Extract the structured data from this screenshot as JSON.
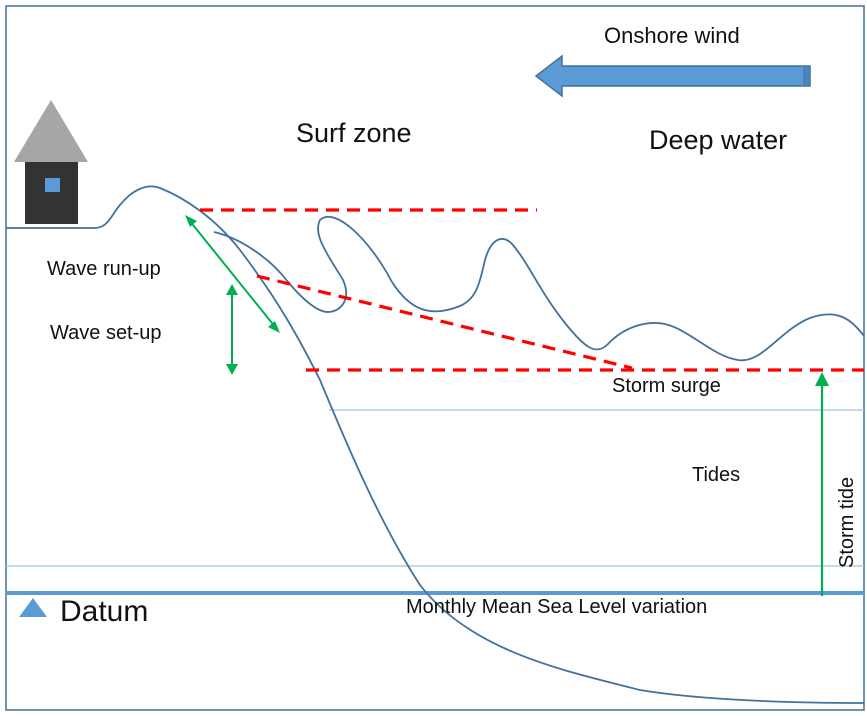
{
  "labels": {
    "onshore_wind": "Onshore wind",
    "surf_zone": "Surf zone",
    "deep_water": "Deep water",
    "wave_run_up": "Wave run-up",
    "wave_set_up": "Wave set-up",
    "storm_surge": "Storm surge",
    "tides": "Tides",
    "storm_tide": "Storm tide",
    "mmsl_variation": "Monthly Mean Sea Level variation",
    "datum": "Datum"
  },
  "colors": {
    "frame": "#41719c",
    "profile": "#41719c",
    "water_level_line": "#9dc3e6",
    "datum_line": "#5b9bd5",
    "dashed_red": "#ff0000",
    "arrow_green": "#00b050",
    "wind_arrow": "#5b9bd5",
    "house_roof": "#a6a6a6",
    "house_body": "#333333",
    "house_window": "#5b9bd5"
  },
  "icons": {
    "wind": "left-arrow",
    "house": "house-icon",
    "datum_marker": "triangle-icon"
  }
}
